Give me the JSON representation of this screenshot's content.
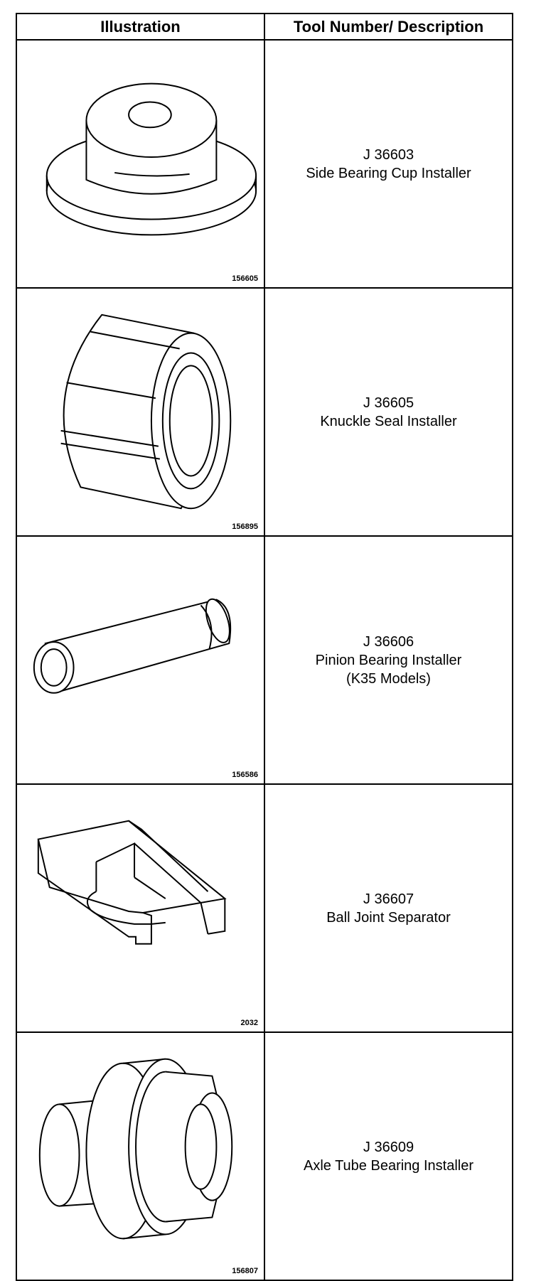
{
  "table": {
    "headers": [
      "Illustration",
      "Tool Number/ Description"
    ],
    "rows": [
      {
        "figure_number": "156605",
        "tool_number": "J 36603",
        "description": [
          "Side Bearing Cup Installer"
        ],
        "icon": "side-bearing-cup-installer-icon"
      },
      {
        "figure_number": "156895",
        "tool_number": "J 36605",
        "description": [
          "Knuckle Seal Installer"
        ],
        "icon": "knuckle-seal-installer-icon"
      },
      {
        "figure_number": "156586",
        "tool_number": "J 36606",
        "description": [
          "Pinion Bearing Installer",
          "(K35 Models)"
        ],
        "icon": "pinion-bearing-installer-icon"
      },
      {
        "figure_number": "2032",
        "tool_number": "J 36607",
        "description": [
          "Ball Joint Separator"
        ],
        "icon": "ball-joint-separator-icon"
      },
      {
        "figure_number": "156807",
        "tool_number": "J 36609",
        "description": [
          "Axle Tube Bearing Installer"
        ],
        "icon": "axle-tube-bearing-installer-icon"
      }
    ]
  }
}
